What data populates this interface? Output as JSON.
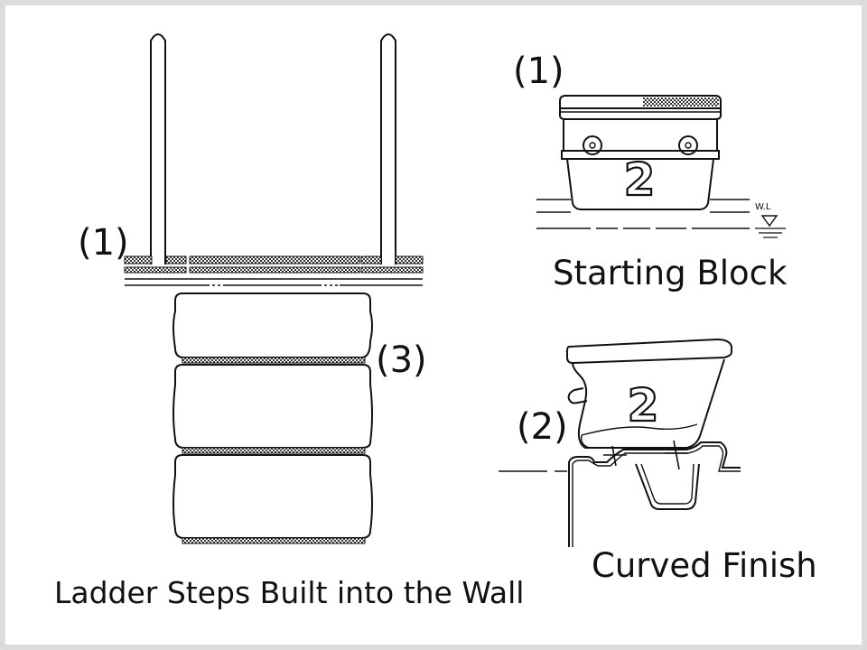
{
  "markers": {
    "ladder_handrail": "(1)",
    "ladder_steps": "(3)",
    "block_top": "(1)",
    "curved_finish": "(2)"
  },
  "block_number_label": "2",
  "water_level_mark": "W.L",
  "captions": {
    "starting_block": "Starting Block",
    "curved_finish": "Curved Finish",
    "ladder": "Ladder Steps Built into the Wall"
  },
  "colors": {
    "frame_border": "#dcdcdc",
    "line": "#111111",
    "hatch": "#333333"
  }
}
